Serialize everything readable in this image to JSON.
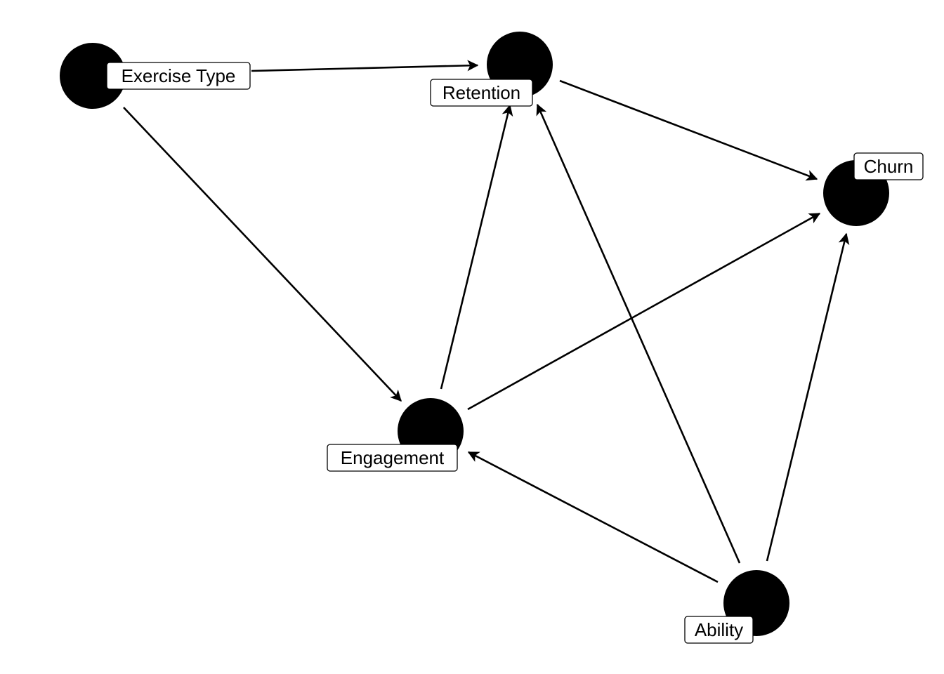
{
  "diagram": {
    "type": "directed-acyclic-graph",
    "colors": {
      "node": "#000000",
      "edge": "#000000",
      "label_bg": "#ffffff"
    },
    "nodes": [
      {
        "id": "exercise_type",
        "label": "Exercise Type"
      },
      {
        "id": "retention",
        "label": "Retention"
      },
      {
        "id": "churn",
        "label": "Churn"
      },
      {
        "id": "engagement",
        "label": "Engagement"
      },
      {
        "id": "ability",
        "label": "Ability"
      }
    ],
    "edges": [
      {
        "from": "exercise_type",
        "to": "retention"
      },
      {
        "from": "exercise_type",
        "to": "engagement"
      },
      {
        "from": "retention",
        "to": "churn"
      },
      {
        "from": "engagement",
        "to": "retention"
      },
      {
        "from": "engagement",
        "to": "churn"
      },
      {
        "from": "ability",
        "to": "engagement"
      },
      {
        "from": "ability",
        "to": "retention"
      },
      {
        "from": "ability",
        "to": "churn"
      }
    ]
  }
}
